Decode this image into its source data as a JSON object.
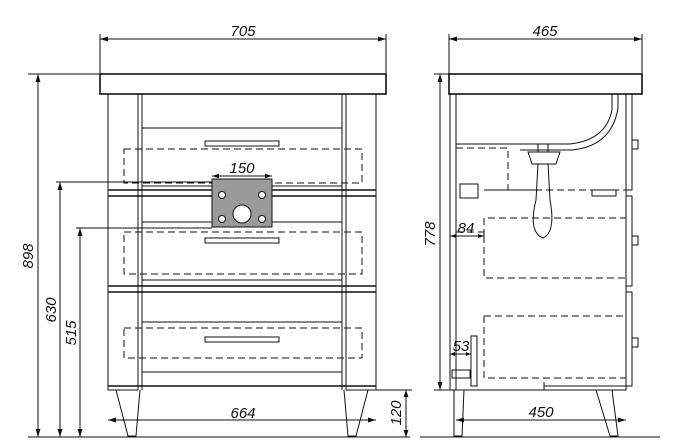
{
  "drawing": {
    "front_view": {
      "top_width": "705",
      "inner_width": "664",
      "total_height": "898",
      "height_a": "630",
      "height_b": "515",
      "plate_width": "150",
      "leg_height": "120"
    },
    "side_view": {
      "top_depth": "465",
      "bottom_depth": "450",
      "cabinet_height": "778",
      "offset_a": "84",
      "offset_b": "53"
    },
    "colors": {
      "line": "#111111",
      "plate_fill": "#9a9a9a",
      "background": "#ffffff"
    }
  }
}
